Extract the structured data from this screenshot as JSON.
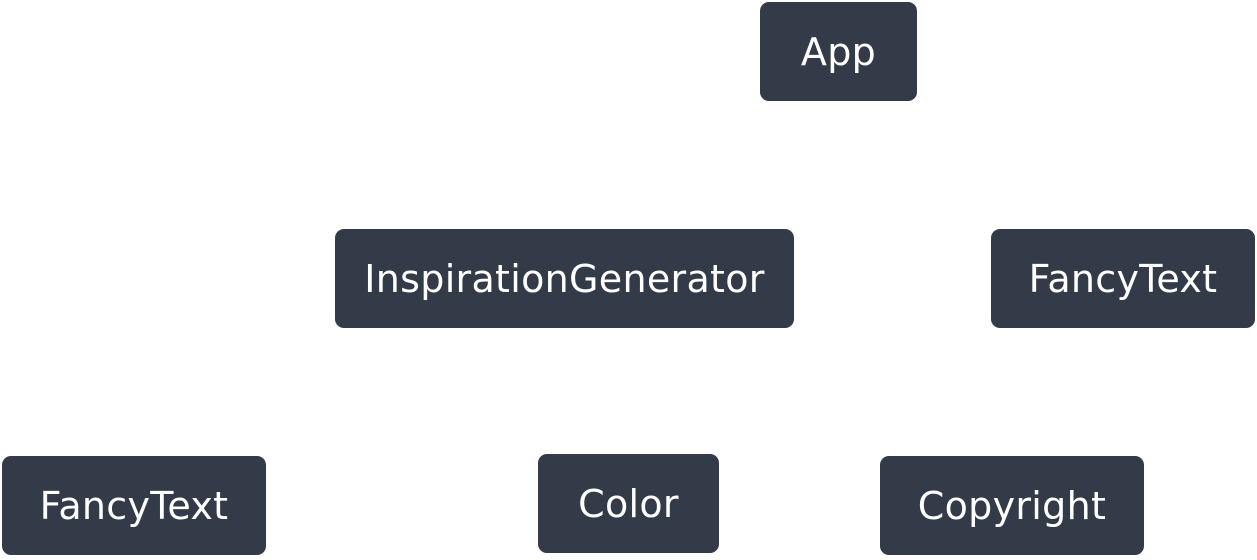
{
  "colors": {
    "node_fill": "#333a48",
    "node_text": "#ffffff",
    "background": "#ffffff"
  },
  "nodes": [
    {
      "label": "App"
    },
    {
      "label": "InspirationGenerator"
    },
    {
      "label": "FancyText"
    },
    {
      "label": "FancyText"
    },
    {
      "label": "Color"
    },
    {
      "label": "Copyright"
    }
  ]
}
